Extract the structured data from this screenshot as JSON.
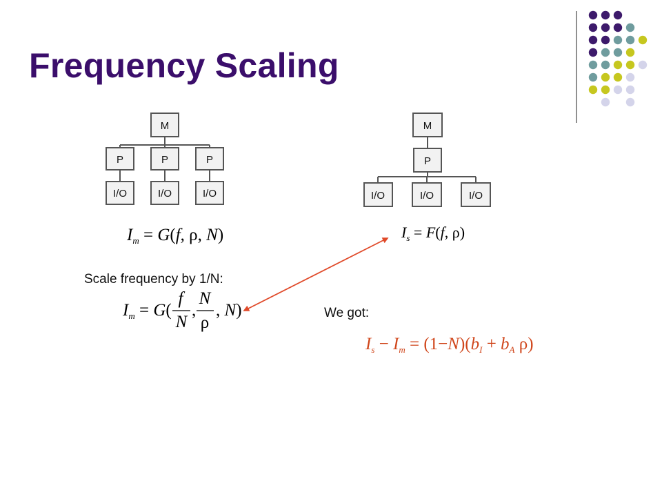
{
  "slide": {
    "title": "Frequency Scaling",
    "scale_label": "Scale frequency by 1/N:",
    "result_label": "We got:"
  },
  "left_diagram": {
    "top": "M",
    "processors": [
      "P",
      "P",
      "P"
    ],
    "io": [
      "I/O",
      "I/O",
      "I/O"
    ]
  },
  "right_diagram": {
    "top": "M",
    "processor": "P",
    "io": [
      "I/O",
      "I/O",
      "I/O"
    ]
  },
  "equations": {
    "left": "I_m = G(f, ρ, N)",
    "right": "I_s = F(f, ρ)",
    "scaled": "I_m = G(f/N, N/ρ, N)",
    "result": "I_s − I_m = (1−N)(b_I + b_A ρ)"
  },
  "colors": {
    "title": "#3b0e6b",
    "arrow": "#e04a2a",
    "result_equation": "#d0461b",
    "dot_purple": "#3d1a6b",
    "dot_teal": "#6f9c9e",
    "dot_olive": "#c6c71f",
    "dot_lavender": "#d4d4ea"
  },
  "decoration": {
    "dot_grid": [
      [
        "purple",
        "purple",
        "purple",
        "",
        ""
      ],
      [
        "purple",
        "purple",
        "purple",
        "teal",
        ""
      ],
      [
        "purple",
        "purple",
        "teal",
        "teal",
        "olive"
      ],
      [
        "purple",
        "teal",
        "teal",
        "olive",
        ""
      ],
      [
        "teal",
        "teal",
        "olive",
        "olive",
        "lavender"
      ],
      [
        "teal",
        "olive",
        "olive",
        "lavender",
        ""
      ],
      [
        "olive",
        "olive",
        "lavender",
        "lavender",
        ""
      ],
      [
        "",
        "lavender",
        "",
        "lavender",
        ""
      ]
    ]
  }
}
